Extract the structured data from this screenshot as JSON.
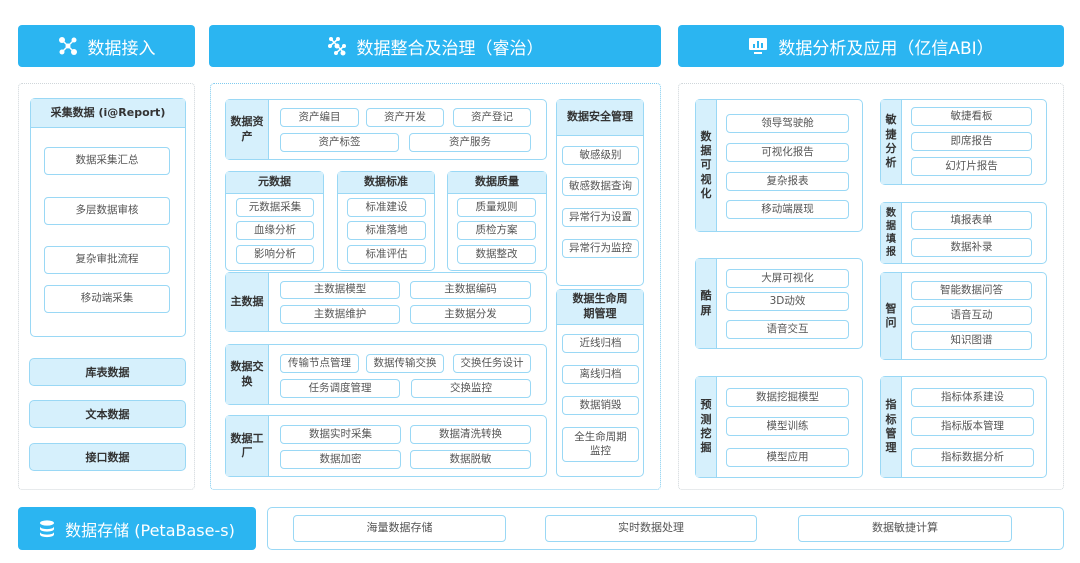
{
  "colors": {
    "header": "#2bb5f1",
    "light_fill": "#d6f0fc",
    "border": "#9ad8f5"
  },
  "headers": {
    "ingest": "数据接入",
    "govern": "数据整合及治理（睿治）",
    "analysis": "数据分析及应用（亿信ABI）",
    "storage": "数据存储 (PetaBase-s)"
  },
  "icons": {
    "ingest": "network-nodes-icon",
    "govern": "dots-pattern-icon",
    "analysis": "monitor-chart-icon",
    "storage": "database-icon"
  },
  "ingest": {
    "collect": {
      "title": "采集数据 (i@Report)",
      "items": [
        "数据采集汇总",
        "多层数据审核",
        "复杂审批流程",
        "移动端采集"
      ]
    },
    "sources": [
      "库表数据",
      "文本数据",
      "接口数据"
    ]
  },
  "govern": {
    "asset": {
      "label": "数据资产",
      "items": [
        "资产编目",
        "资产开发",
        "资产登记",
        "资产标签",
        "资产服务"
      ]
    },
    "meta": {
      "title": "元数据",
      "items": [
        "元数据采集",
        "血缘分析",
        "影响分析"
      ]
    },
    "standard": {
      "title": "数据标准",
      "items": [
        "标准建设",
        "标准落地",
        "标准评估"
      ]
    },
    "quality": {
      "title": "数据质量",
      "items": [
        "质量规则",
        "质检方案",
        "数据整改"
      ]
    },
    "master": {
      "label": "主数据",
      "items": [
        "主数据模型",
        "主数据编码",
        "主数据维护",
        "主数据分发"
      ]
    },
    "exchange": {
      "label": "数据交换",
      "items": [
        "传输节点管理",
        "数据传输交换",
        "交换任务设计",
        "任务调度管理",
        "交换监控"
      ]
    },
    "factory": {
      "label": "数据工厂",
      "items": [
        "数据实时采集",
        "数据清洗转换",
        "数据加密",
        "数据脱敏"
      ]
    },
    "security": {
      "title": "数据安全管理",
      "items": [
        "敏感级别",
        "敏感数据查询",
        "异常行为设置",
        "异常行为监控"
      ]
    },
    "lifecycle": {
      "title": "数据生命周期管理",
      "items": [
        "近线归档",
        "离线归档",
        "数据销毁",
        "全生命周期监控"
      ]
    }
  },
  "analysis": {
    "vis": {
      "label": "数据可视化",
      "items": [
        "领导驾驶舱",
        "可视化报告",
        "复杂报表",
        "移动端展现"
      ]
    },
    "cool": {
      "label": "酷屏",
      "items": [
        "大屏可视化",
        "3D动效",
        "语音交互"
      ]
    },
    "mining": {
      "label": "预测挖掘",
      "items": [
        "数据挖掘模型",
        "模型训练",
        "模型应用"
      ]
    },
    "agile": {
      "label": "敏捷分析",
      "items": [
        "敏捷看板",
        "即席报告",
        "幻灯片报告"
      ]
    },
    "fill": {
      "label": "数据填报",
      "items": [
        "填报表单",
        "数据补录"
      ]
    },
    "ask": {
      "label": "智问",
      "items": [
        "智能数据问答",
        "语音互动",
        "知识图谱"
      ]
    },
    "metric": {
      "label": "指标管理",
      "items": [
        "指标体系建设",
        "指标版本管理",
        "指标数据分析"
      ]
    }
  },
  "storage": {
    "items": [
      "海量数据存储",
      "实时数据处理",
      "数据敏捷计算"
    ]
  }
}
